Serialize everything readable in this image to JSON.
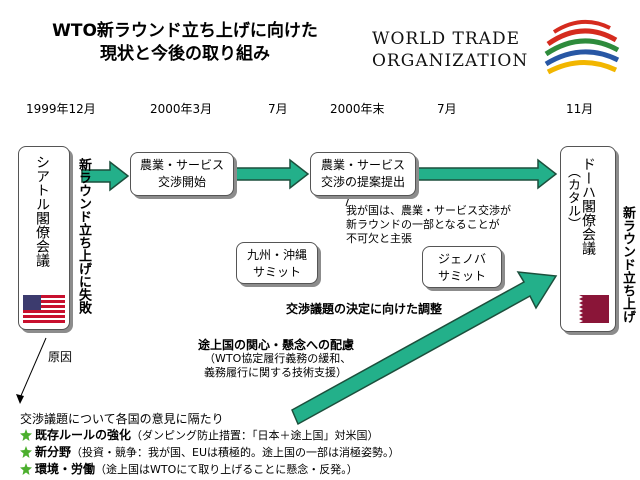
{
  "title": {
    "line1": "WTO新ラウンド立ち上げに向けた",
    "line2": "現状と今後の取り組み"
  },
  "org": {
    "line1": "WORLD TRADE",
    "line2": "ORGANIZATION"
  },
  "timeline": {
    "d1": "1999年12月",
    "d2": "2000年3月",
    "d3": "7月",
    "d4": "2000年末",
    "d5": "7月",
    "d6": "11月"
  },
  "boxes": {
    "seattle": "シアトル閣僚会議",
    "launch_fail": "新ラウンド立ち上げに失敗",
    "start": {
      "line1": "農業・サービス",
      "line2": "交渉開始"
    },
    "proposal": {
      "line1": "農業・サービス",
      "line2": "交渉の提案提出"
    },
    "kyushu": {
      "line1": "九州・沖縄",
      "line2": "サミット"
    },
    "genoa": {
      "line1": "ジェノバ",
      "line2": "サミット"
    },
    "doha": "ドーハ閣僚会議",
    "doha_sub": "（カタル）",
    "launch": "新ラウンド立ち上げ"
  },
  "notes": {
    "japan_l1": "我が国は、農業・サービス交渉が",
    "japan_l2": "新ラウンドの一部となることが",
    "japan_l3": "不可欠と主張",
    "agenda": "交渉議題の決定に向けた調整",
    "dev_title": "途上国の関心・懸念への配慮",
    "dev_l1": "（WTO協定履行義務の緩和、",
    "dev_l2": "義務履行に関する技術支援）",
    "cause": "原因",
    "divide": "交渉議題について各国の意見に隔たり"
  },
  "bullets": [
    {
      "bold": "既存ルールの強化",
      "rest": "（ダンピング防止措置：「日本＋途上国」対米国）"
    },
    {
      "bold": "新分野",
      "rest": "（投資・競争：我が国、EUは積極的。途上国の一部は消極姿勢。）"
    },
    {
      "bold": "環境・労働",
      "rest": "（途上国はWTOにて取り上げることに懸念・反発。）"
    }
  ],
  "colors": {
    "arrow_fill": "#23b08a",
    "arrow_stroke": "#1c4f3c",
    "us_red": "#c8102e",
    "us_blue": "#3c3b6e",
    "qatar_maroon": "#8a1538",
    "wto_red": "#d52b1e",
    "wto_green": "#2e8b3c",
    "wto_blue": "#2857a4",
    "wto_yellow": "#f2b600"
  }
}
